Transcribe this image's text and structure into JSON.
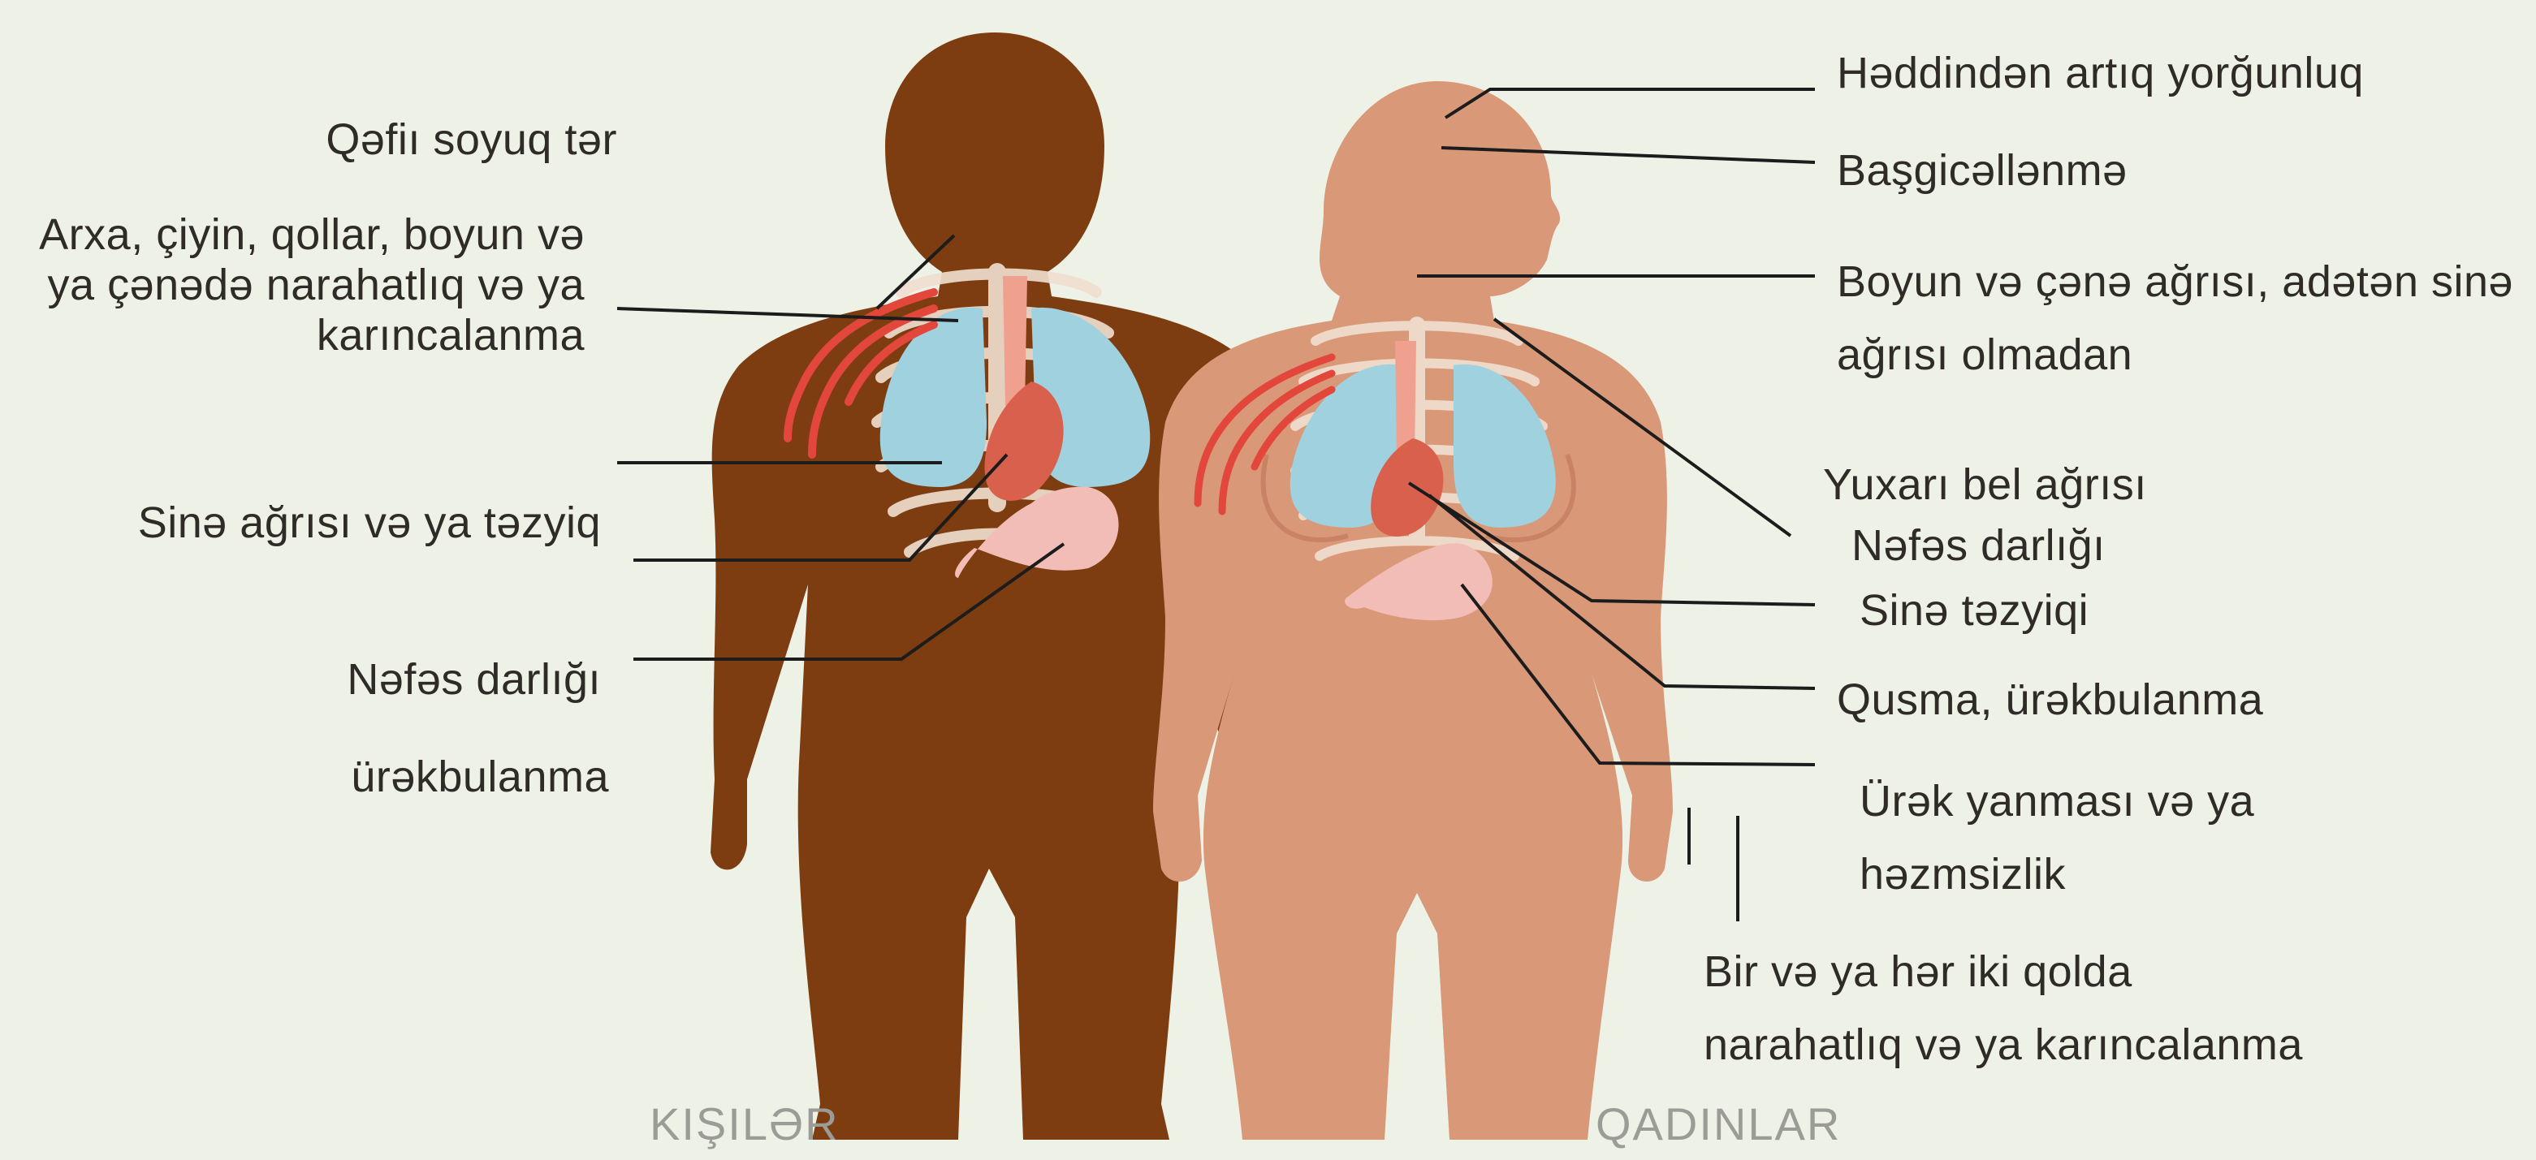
{
  "labels": {
    "male": {
      "cold_sweat": "Qəfiı soyuq tər",
      "upper_body_discomfort": "Arxa, çiyin, qollar, boyun və ya çənədə narahatlıq və ya karıncalanma",
      "chest_pain": "Sinə ağrısı və ya təzyiq",
      "shortness_of_breath": "Nəfəs darlığı",
      "nausea": "ürəkbulanma"
    },
    "female": {
      "fatigue": "Həddindən artıq yorğunluq",
      "dizziness": "Başgicəllənmə",
      "neck_jaw_pain_1": "Boyun və çənə ağrısı, adətən sinə",
      "neck_jaw_pain_2": "ağrısı olmadan",
      "upper_back_pain": "Yuxarı bel ağrısı",
      "shortness_of_breath": "Nəfəs darlığı",
      "chest_pressure": "Sinə təzyiqi",
      "vomiting_nausea": "Qusma, ürəkbulanma",
      "heartburn_1": "Ürək yanması və ya",
      "heartburn_2": "həzmsizlik",
      "arm_discomfort_1": "Bir və ya hər iki qolda",
      "arm_discomfort_2": "narahatlıq və ya karıncalanma"
    }
  },
  "captions": {
    "male": "KIŞILƏR",
    "female": "QADINLAR"
  },
  "colors": {
    "background": "#eef2e6",
    "male_skin": "#7d3d10",
    "female_skin": "#d99878",
    "lungs": "#9fd1df",
    "heart": "#d9604d",
    "stomach": "#f2bdb6",
    "ribs": "#f1dfd0",
    "pain_lines": "#e3463b",
    "leader_lines": "#1c1c1c",
    "label_text": "#2f2b27",
    "caption_text": "#9c9c96"
  }
}
